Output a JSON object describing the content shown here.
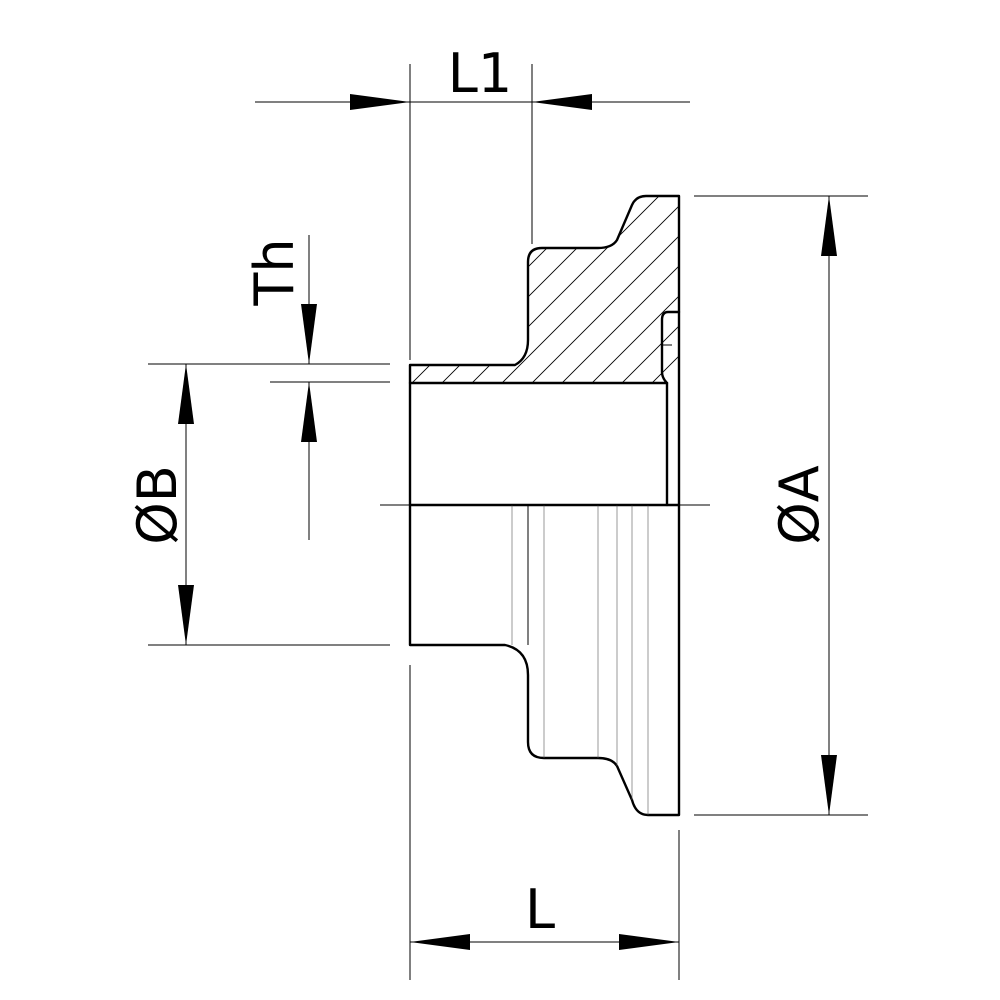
{
  "dimensions": {
    "L1": "L1",
    "L": "L",
    "Th": "Th",
    "B": "ØB",
    "A": "ØA"
  }
}
